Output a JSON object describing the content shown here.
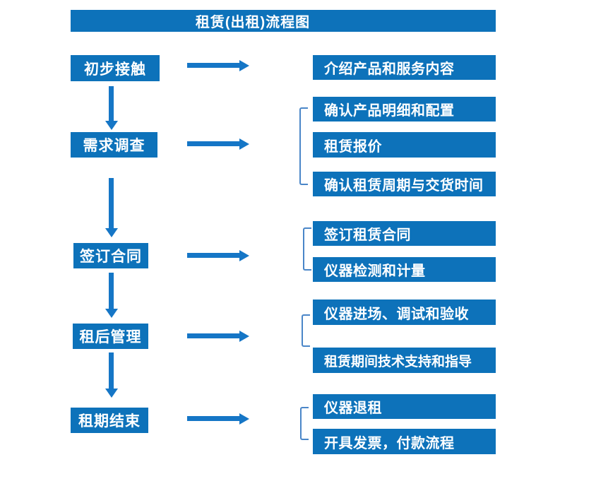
{
  "title": "租赁(出租)流程图",
  "colors": {
    "box_blue": "#0d72ba",
    "arrow_blue": "#1576c6",
    "bracket_blue": "#4a86c8",
    "text_white": "#ffffff",
    "background": "#ffffff"
  },
  "stages": [
    {
      "label": "初步接触",
      "outputs": [
        "介绍产品和服务内容"
      ]
    },
    {
      "label": "需求调查",
      "outputs": [
        "确认产品明细和配置",
        "租赁报价",
        "确认租赁周期与交货时间"
      ]
    },
    {
      "label": "签订合同",
      "outputs": [
        "签订租赁合同",
        "仪器检测和计量"
      ]
    },
    {
      "label": "租后管理",
      "outputs": [
        "仪器进场、调试和验收",
        "租赁期间技术支持和指导"
      ]
    },
    {
      "label": "租期结束",
      "outputs": [
        "仪器退租",
        "开具发票，付款流程"
      ]
    }
  ]
}
